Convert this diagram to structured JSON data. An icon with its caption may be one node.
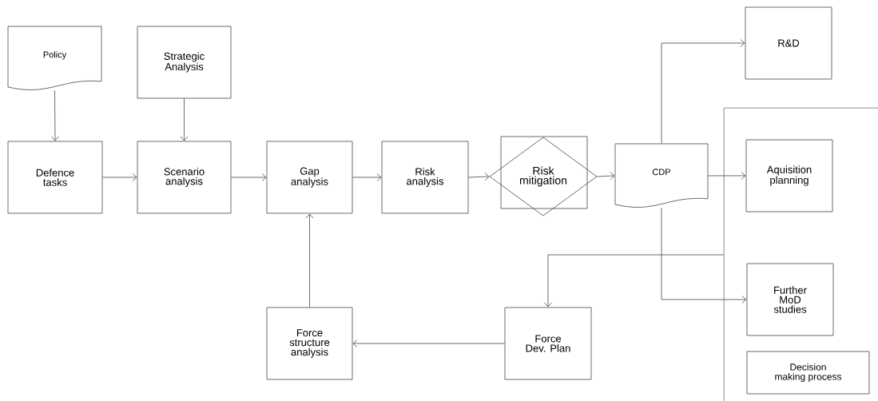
{
  "diagram": {
    "nodes": [
      {
        "text": [
          "Policy"
        ]
      },
      {
        "text": [
          "Strategic Analysis"
        ]
      },
      {
        "text": [
          "Defence tasks"
        ]
      },
      {
        "text": [
          "Scenario analysis"
        ]
      },
      {
        "text": [
          "Gap analysis"
        ]
      },
      {
        "text": [
          "Risk analysis"
        ]
      },
      {
        "text": [
          "Risk mitigation"
        ]
      },
      {
        "text": [
          "CDP"
        ]
      },
      {
        "text": [
          "R&D"
        ]
      },
      {
        "text": [],
        "shape": "bracket"
      },
      {
        "text": [
          "Aquisition planning"
        ],
        "in": 9
      },
      {
        "text": [
          "Further MoD studies"
        ],
        "in": 9
      },
      {
        "text": [
          "Force Dev. Plan"
        ]
      },
      {
        "text": [
          "Force structure analysis"
        ]
      },
      {
        "text": [
          "Decision making process"
        ],
        "in": 9
      }
    ],
    "edges": [
      {
        "from": 0,
        "to": 2,
        "arrow": "to"
      },
      {
        "from": 1,
        "to": 3,
        "arrow": "to"
      },
      {
        "from": 2,
        "to": 3,
        "arrow": "to"
      },
      {
        "from": 3,
        "to": 4,
        "arrow": "to"
      },
      {
        "from": 4,
        "to": 5,
        "arrow": "to"
      },
      {
        "from": 5,
        "to": 6,
        "arrow": "to"
      },
      {
        "from": 6,
        "to": 7,
        "arrow": "to"
      },
      {
        "from": 7,
        "to": 8,
        "arrow": "to"
      },
      {
        "from": 7,
        "to": 10,
        "arrow": "to"
      },
      {
        "from": 7,
        "to": 11,
        "arrow": "to"
      },
      {
        "from": 9,
        "to": 12,
        "arrow": "to"
      },
      {
        "from": 12,
        "to": 13,
        "arrow": "to"
      },
      {
        "from": 13,
        "to": 4,
        "arrow": "to"
      }
    ]
  }
}
